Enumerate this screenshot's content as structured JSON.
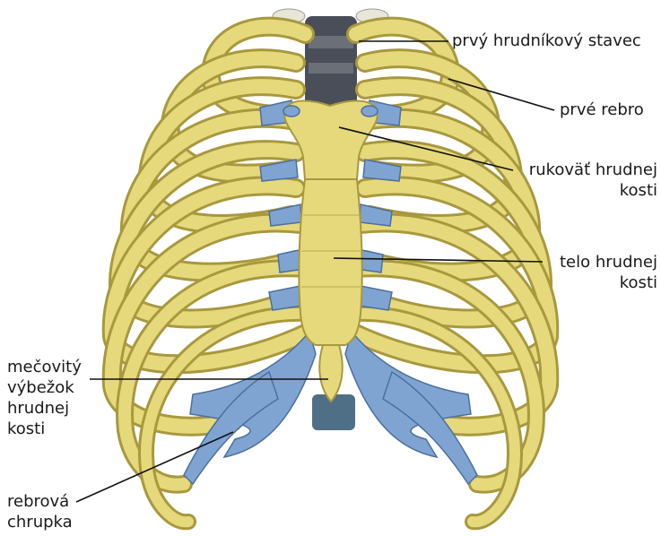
{
  "labels": {
    "first_thoracic_vertebra": "prvý hrudníkový stavec",
    "first_rib": "prvé rebro",
    "manubrium_line1": "rukoväť hrudnej",
    "manubrium_line2": "kosti",
    "sternum_body_line1": "telo hrudnej",
    "sternum_body_line2": "kosti",
    "xiphoid_line1": "mečovitý",
    "xiphoid_line2": "výbežok",
    "xiphoid_line3": "hrudnej",
    "xiphoid_line4": "kosti",
    "costal_cartilage_line1": "rebrová",
    "costal_cartilage_line2": "chrupka"
  },
  "colors": {
    "bone": "#e6d97c",
    "bone_edge": "#a8983e",
    "cartilage": "#7fa4d2",
    "cartilage_edge": "#4c6f9e",
    "vertebra": "#4a4e58",
    "leader": "#111111"
  }
}
